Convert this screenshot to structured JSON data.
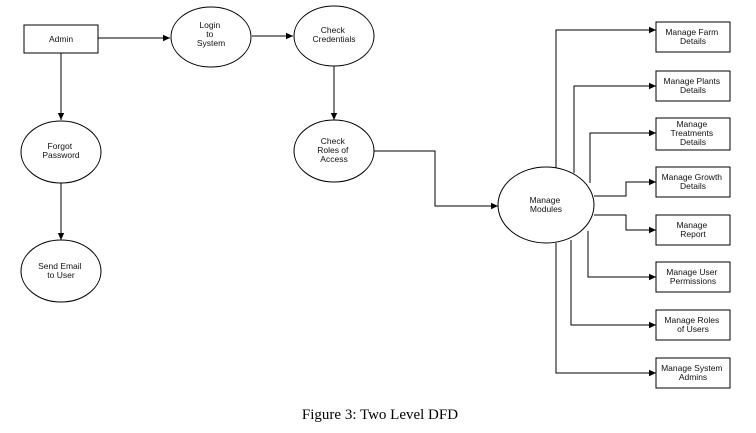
{
  "nodes": {
    "admin": {
      "lines": [
        "Admin"
      ]
    },
    "login": {
      "lines": [
        "Login",
        "to",
        "System"
      ]
    },
    "check_credentials": {
      "lines": [
        "Check",
        "Credentials"
      ]
    },
    "forgot_password": {
      "lines": [
        "Forgot",
        "Password"
      ]
    },
    "send_email": {
      "lines": [
        "Send Email",
        "to User"
      ]
    },
    "check_roles": {
      "lines": [
        "Check",
        "Roles of",
        "Access"
      ]
    },
    "manage_modules": {
      "lines": [
        "Manage",
        "Modules"
      ]
    },
    "farm": {
      "lines": [
        "Manage Farm",
        "Details"
      ]
    },
    "plants": {
      "lines": [
        "Manage Plants",
        "Details"
      ]
    },
    "treatments": {
      "lines": [
        "Manage",
        "Treatments",
        "Details"
      ]
    },
    "growth": {
      "lines": [
        "Manage Growth",
        "Details"
      ]
    },
    "report": {
      "lines": [
        "Manage",
        "Report"
      ]
    },
    "user_permissions": {
      "lines": [
        "Manage User",
        "Permissions"
      ]
    },
    "roles_users": {
      "lines": [
        "Manage Roles",
        "of Users"
      ]
    },
    "system_admins": {
      "lines": [
        "Manage System",
        "Admins"
      ]
    }
  },
  "caption": "Figure 3: Two Level DFD"
}
